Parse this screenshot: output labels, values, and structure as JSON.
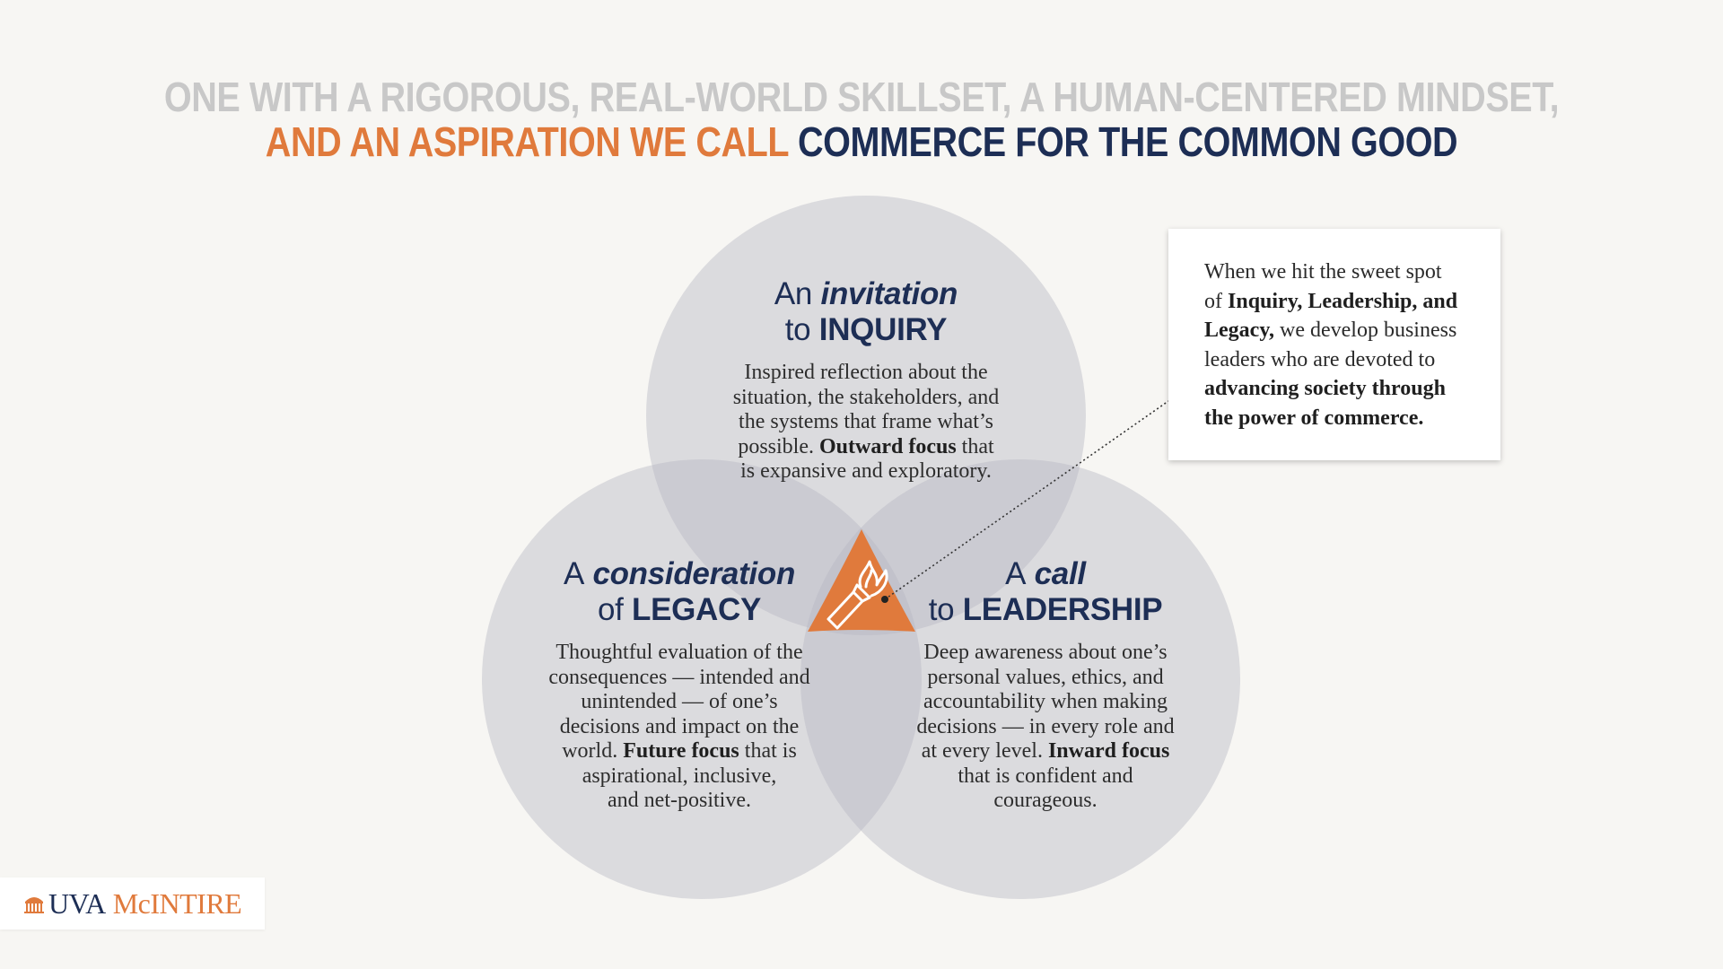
{
  "headline": {
    "line1": "ONE WITH A RIGOROUS, REAL-WORLD SKILLSET,  A HUMAN-CENTERED MINDSET,",
    "line2_orange": "AND AN ASPIRATION WE CALL",
    "line2_navy": "COMMERCE FOR THE COMMON GOOD"
  },
  "inquiry": {
    "prefix": "An",
    "emph": "invitation",
    "connector": "to",
    "noun": "INQUIRY",
    "body_lines": [
      "Inspired reflection about the",
      "situation, the stakeholders, and",
      "the systems that frame what’s"
    ],
    "body_line4_pre": "possible.",
    "body_line4_bold": "Outward focus",
    "body_line4_post": "that",
    "body_line5": "is expansive and exploratory."
  },
  "legacy": {
    "prefix": "A",
    "emph": "consideration",
    "connector": "of",
    "noun": "LEGACY",
    "body_lines": [
      "Thoughtful evaluation of the",
      "consequences — intended and",
      "unintended — of one’s",
      "decisions and impact on the"
    ],
    "body_line5_pre": "world.",
    "body_line5_bold": "Future focus",
    "body_line5_post": "that is",
    "body_line6": "aspirational, inclusive,",
    "body_line7": "and net-positive."
  },
  "leadership": {
    "prefix": "A",
    "emph": "call",
    "connector": "to",
    "noun": "LEADERSHIP",
    "body_lines": [
      "Deep awareness about one’s",
      "personal values, ethics, and",
      "accountability when making",
      "decisions — in every role and"
    ],
    "body_line5_pre": "at every level.",
    "body_line5_bold": "Inward focus",
    "body_line6": "that is confident and",
    "body_line7": "courageous."
  },
  "callout": {
    "line1": "When we hit the sweet spot",
    "line2_pre": "of",
    "line2_bold": "Inquiry, Leadership, and",
    "line3_bold": "Legacy,",
    "line3_post": "we develop business",
    "line4": "leaders who are devoted to",
    "line5_bold": "advancing society through",
    "line6_bold": "the power of commerce."
  },
  "logo": {
    "uva": "UVA",
    "mcintire": "McINTIRE"
  },
  "center_icon": "torch-icon",
  "logo_icon": "rotunda-icon",
  "colors": {
    "orange": "#e07a3c",
    "navy": "#1d2e55",
    "gray_headline": "#c9c9c9",
    "circle_fill": "#b8b8c4",
    "background": "#f7f6f3"
  }
}
